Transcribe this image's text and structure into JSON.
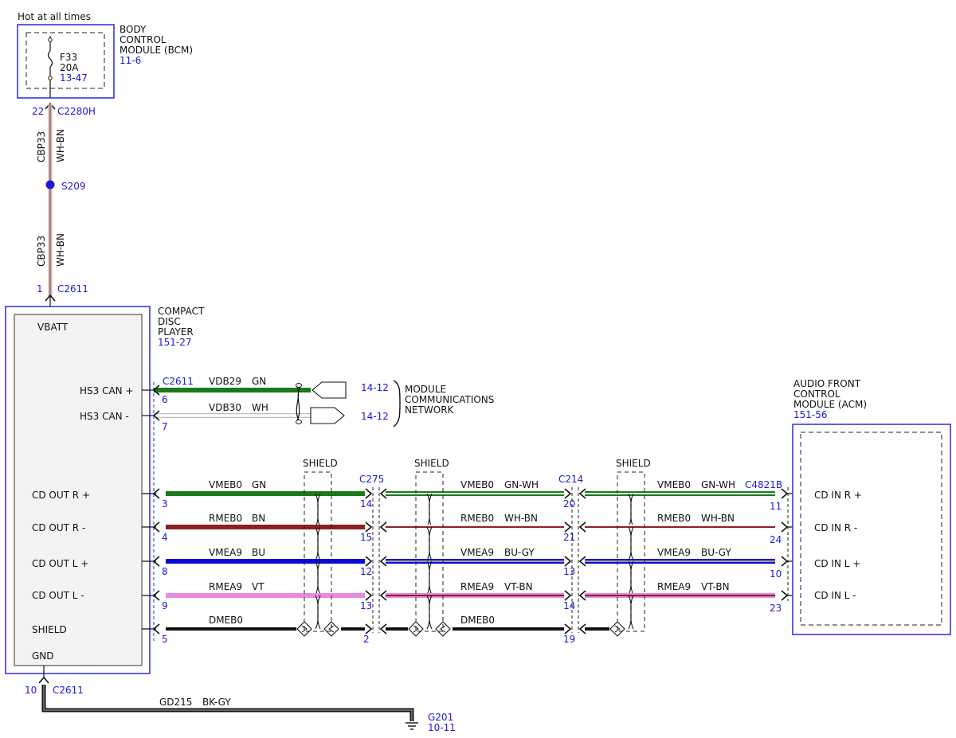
{
  "colors": {
    "blue_outline": "#2a2ae0",
    "pin_blue": "#1a1ad6",
    "green": "#1a7a1a",
    "brown": "#8e1f1f",
    "dark_blue": "#0a0ad8",
    "violet": "#e68ae6",
    "white_wire": "#bdbdbd",
    "black": "#111111",
    "red_stripe": "#c43030"
  },
  "power": {
    "label": "Hot at all times"
  },
  "bcm": {
    "name_lines": [
      "BODY",
      "CONTROL",
      "MODULE (BCM)"
    ],
    "ref": "11-6",
    "fuse_id": "F33",
    "fuse_rating": "20A",
    "fuse_ref": "13-47",
    "pin": "22",
    "connector": "C2280H"
  },
  "feed_wire": {
    "circuit": "CBP33",
    "color": "WH-BN",
    "splice": "S209"
  },
  "cd_player": {
    "name_lines": [
      "COMPACT",
      "DISC",
      "PLAYER"
    ],
    "ref": "151-27",
    "top_pin": "1",
    "top_connector": "C2611",
    "gnd_pin": "10",
    "gnd_connector": "C2611",
    "pin_labels": {
      "vbatt": "VBATT",
      "hs3p": "HS3 CAN +",
      "hs3m": "HS3 CAN -",
      "r_plus": "CD OUT R +",
      "r_minus": "CD OUT R -",
      "l_plus": "CD OUT L +",
      "l_minus": "CD OUT L -",
      "shield": "SHIELD",
      "gnd": "GND"
    }
  },
  "can": {
    "connector": "C2611",
    "hs3p": {
      "pin": "6",
      "circuit": "VDB29",
      "color": "GN",
      "ref": "14-12"
    },
    "hs3m": {
      "pin": "7",
      "circuit": "VDB30",
      "color": "WH",
      "ref": "14-12"
    },
    "network_lines": [
      "MODULE",
      "COMMUNICATIONS",
      "NETWORK"
    ]
  },
  "audio": {
    "shield_label": "SHIELD",
    "connectors": {
      "c275": "C275",
      "c214": "C214",
      "c4821b": "C4821B"
    },
    "r_plus": {
      "pin_cd": "3",
      "circuit1": "VMEB0",
      "color1": "GN",
      "pin_c275": "14",
      "circuit2": "VMEB0",
      "color2": "GN-WH",
      "pin_c214": "20",
      "circuit3": "VMEB0",
      "color3": "GN-WH",
      "pin_acm": "11"
    },
    "r_minus": {
      "pin_cd": "4",
      "circuit1": "RMEB0",
      "color1": "BN",
      "pin_c275": "15",
      "circuit2": "RMEB0",
      "color2": "WH-BN",
      "pin_c214": "21",
      "circuit3": "RMEB0",
      "color3": "WH-BN",
      "pin_acm": "24"
    },
    "l_plus": {
      "pin_cd": "8",
      "circuit1": "VMEA9",
      "color1": "BU",
      "pin_c275": "12",
      "circuit2": "VMEA9",
      "color2": "BU-GY",
      "pin_c214": "13",
      "circuit3": "VMEA9",
      "color3": "BU-GY",
      "pin_acm": "10"
    },
    "l_minus": {
      "pin_cd": "9",
      "circuit1": "RMEA9",
      "color1": "VT",
      "pin_c275": "13",
      "circuit2": "RMEA9",
      "color2": "VT-BN",
      "pin_c214": "14",
      "circuit3": "RMEA9",
      "color3": "VT-BN",
      "pin_acm": "23"
    },
    "shield_wire": {
      "pin_cd": "5",
      "circuit1": "DMEB0",
      "pin_c275": "2",
      "circuit2": "DMEB0",
      "pin_c214": "19"
    }
  },
  "acm": {
    "name_lines": [
      "AUDIO FRONT",
      "CONTROL",
      "MODULE (ACM)"
    ],
    "ref": "151-56",
    "pin_labels": {
      "r_plus": "CD IN R +",
      "r_minus": "CD IN R -",
      "l_plus": "CD IN L +",
      "l_minus": "CD IN L -"
    }
  },
  "ground": {
    "circuit": "GD215",
    "color": "BK-GY",
    "id": "G201",
    "ref": "10-11"
  }
}
